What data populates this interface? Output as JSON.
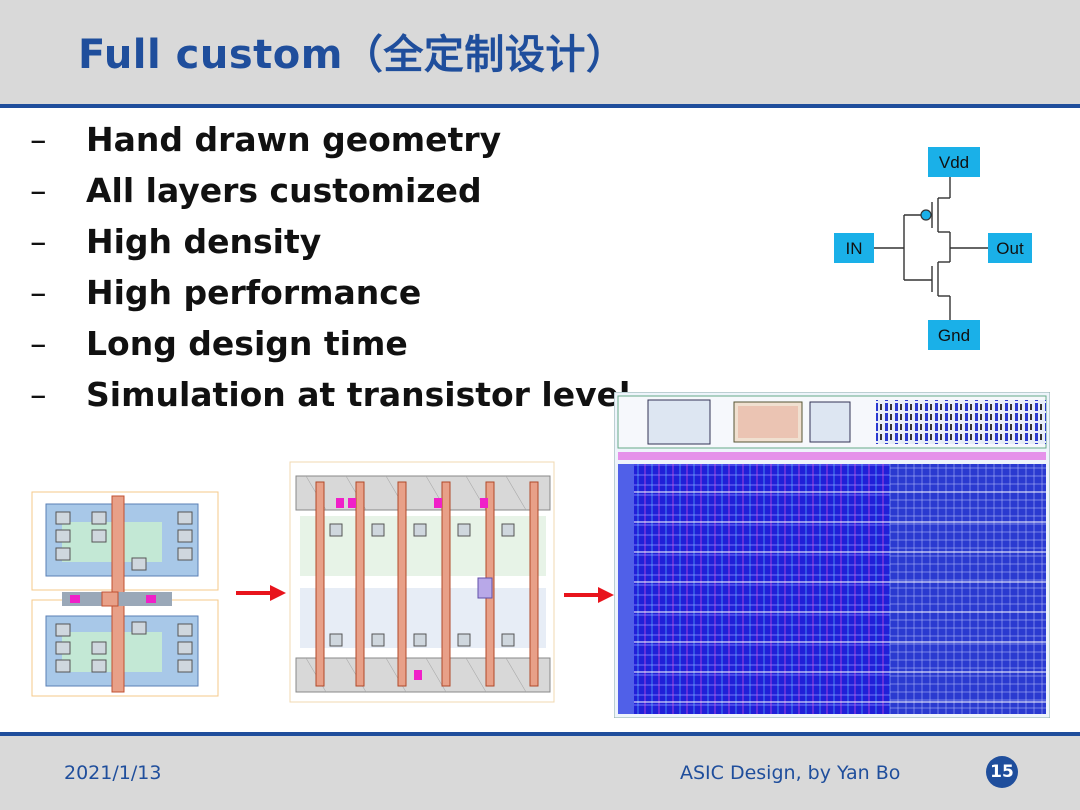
{
  "slide": {
    "title": "Full custom（全定制设计）",
    "bullet_marker": "–",
    "bullets": [
      "Hand drawn geometry",
      "All layers customized",
      "High density",
      "High performance",
      "Long design time",
      "Simulation at transistor level"
    ]
  },
  "schematic": {
    "vdd": "Vdd",
    "in": "IN",
    "out": "Out",
    "gnd": "Gnd",
    "label_fill": "#1ab0e8"
  },
  "footer": {
    "date": "2021/1/13",
    "credit": "ASIC Design, by Yan Bo",
    "page": "15"
  },
  "colors": {
    "accent": "#1f4e9c",
    "header_bg": "#d9d9d9",
    "arrow": "#e8141c"
  }
}
